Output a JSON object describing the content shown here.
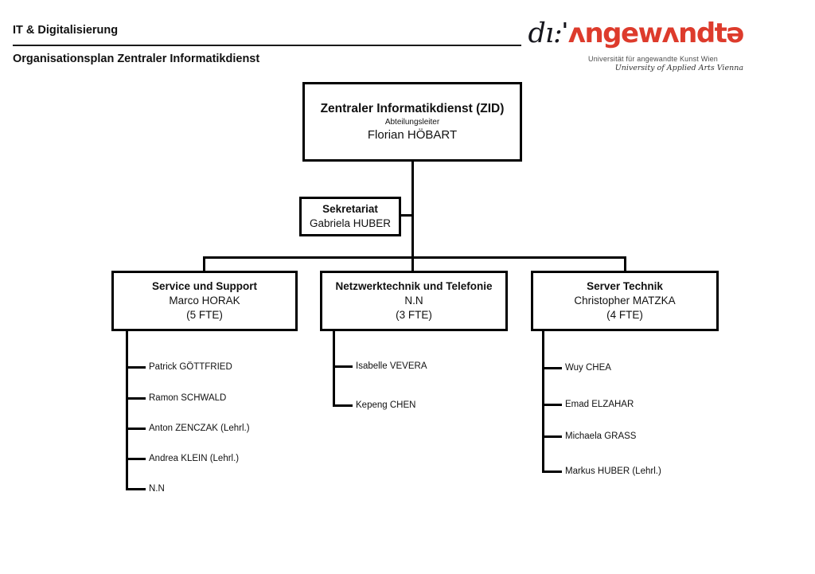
{
  "header": {
    "department": "IT & Digitalisierung",
    "title": "Organisationsplan Zentraler Informatikdienst"
  },
  "logo": {
    "ipa_prefix": "dı:",
    "stress_mark": "'",
    "wordmark": "ʌngewʌndtə",
    "subtitle_de": "Universität für angewandte Kunst Wien",
    "subtitle_en": "University of Applied Arts Vienna",
    "brand_color": "#dd3b2c"
  },
  "org_chart": {
    "root": {
      "title": "Zentraler Informatikdienst (ZID)",
      "role": "Abteilungsleiter",
      "name": "Florian HÖBART"
    },
    "secretariat": {
      "title": "Sekretariat",
      "name": "Gabriela HUBER"
    },
    "departments": [
      {
        "title": "Service und Support",
        "lead": "Marco HORAK",
        "fte": "(5 FTE)",
        "members": [
          "Patrick GÖTTFRIED",
          "Ramon SCHWALD",
          "Anton ZENCZAK (Lehrl.)",
          "Andrea KLEIN (Lehrl.)",
          "N.N"
        ]
      },
      {
        "title": "Netzwerktechnik und Telefonie",
        "lead": "N.N",
        "fte": "(3 FTE)",
        "members": [
          "Isabelle VEVERA",
          "Kepeng CHEN"
        ]
      },
      {
        "title": "Server Technik",
        "lead": "Christopher MATZKA",
        "fte": "(4 FTE)",
        "members": [
          "Wuy CHEA",
          "Emad ELZAHAR",
          "Michaela GRASS",
          "Markus HUBER (Lehrl.)"
        ]
      }
    ]
  }
}
